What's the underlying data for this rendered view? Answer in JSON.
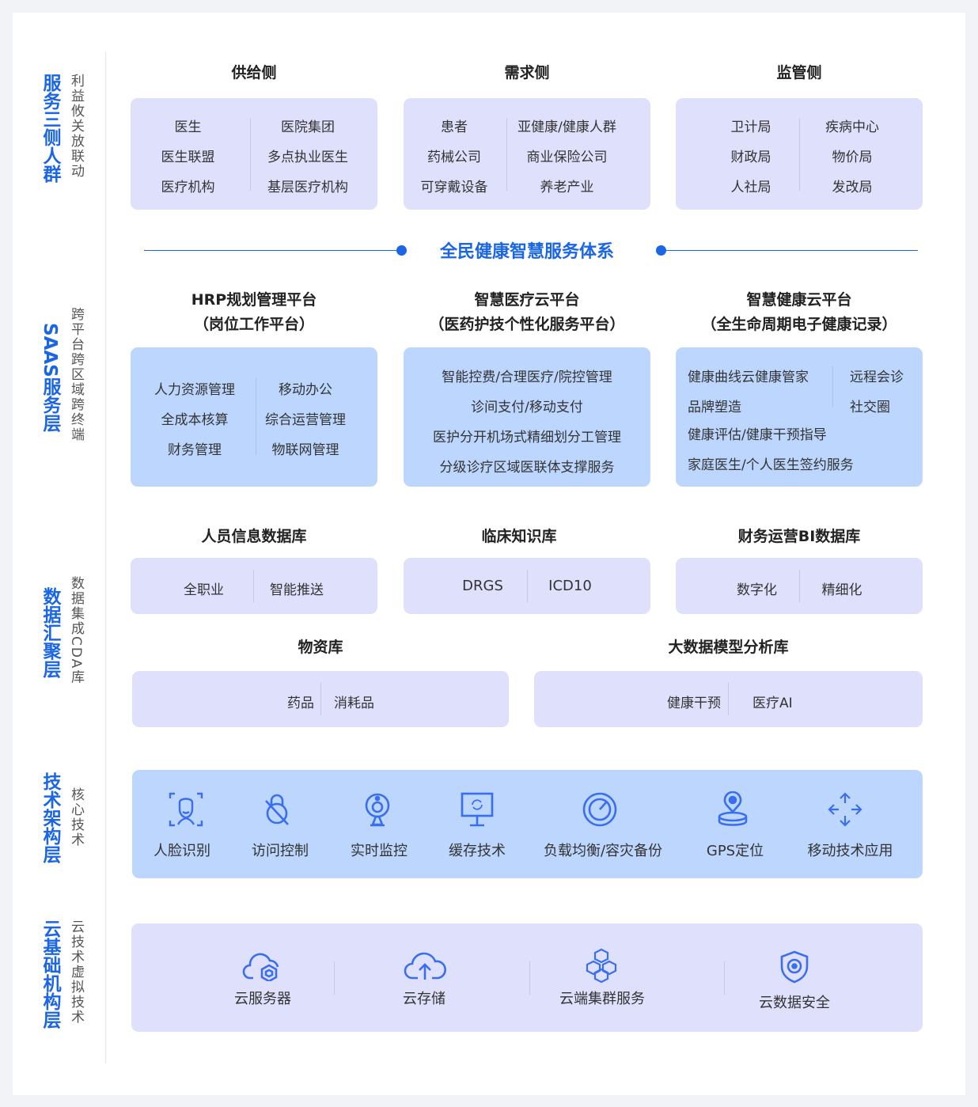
{
  "left_labels": [
    {
      "main": "服务三侧人群",
      "sub": "利益攸关放联动"
    },
    {
      "main": "SAAS服务层",
      "sub": "跨平台跨区域跨终端"
    },
    {
      "main": "数据汇聚层",
      "sub": "数据集成CDA库"
    },
    {
      "main": "技术架构层",
      "sub": "核心技术"
    },
    {
      "main": "云基础机构层",
      "sub": "云技术虚拟技术"
    }
  ],
  "sides": [
    {
      "title": "供给侧",
      "left": [
        "医生",
        "医生联盟",
        "医疗机构"
      ],
      "right": [
        "医院集团",
        "多点执业医生",
        "基层医疗机构"
      ]
    },
    {
      "title": "需求侧",
      "left": [
        "患者",
        "药械公司",
        "可穿戴设备"
      ],
      "right": [
        "亚健康/健康人群",
        "商业保险公司",
        "养老产业"
      ]
    },
    {
      "title": "监管侧",
      "left": [
        "卫计局",
        "财政局",
        "人社局"
      ],
      "right": [
        "疾病中心",
        "物价局",
        "发改局"
      ]
    }
  ],
  "system_title": "全民健康智慧服务体系",
  "platforms": [
    {
      "title1": "HRP规划管理平台",
      "title2": "（岗位工作平台）",
      "left": [
        "人力资源管理",
        "全成本核算",
        "财务管理"
      ],
      "right": [
        "移动办公",
        "综合运营管理",
        "物联网管理"
      ]
    },
    {
      "title1": "智慧医疗云平台",
      "title2": "（医药护技个性化服务平台）",
      "items": [
        "智能控费/合理医疗/院控管理",
        "诊间支付/移动支付",
        "医护分开机场式精细划分工管理",
        "分级诊疗区域医联体支撑服务"
      ]
    },
    {
      "title1": "智慧健康云平台",
      "title2": "（全生命周期电子健康记录）",
      "items": [
        "健康曲线云健康管家",
        "远程会诊",
        "品牌塑造",
        "社交圈",
        "健康评估/健康干预指导",
        "家庭医生/个人医生签约服务"
      ]
    }
  ],
  "databases": [
    {
      "title": "人员信息数据库",
      "items": [
        "全职业",
        "智能推送"
      ]
    },
    {
      "title": "临床知识库",
      "items": [
        "DRGS",
        "ICD10"
      ]
    },
    {
      "title": "财务运营BI数据库",
      "items": [
        "数字化",
        "精细化"
      ]
    },
    {
      "title": "物资库",
      "items": [
        "药品",
        "消耗品"
      ]
    },
    {
      "title": "大数据模型分析库",
      "items": [
        "健康干预",
        "医疗AI"
      ]
    }
  ],
  "tech": [
    "人脸识别",
    "访问控制",
    "实时监控",
    "缓存技术",
    "负载均衡/容灾备份",
    "GPS定位",
    "移动技术应用"
  ],
  "cloud": [
    "云服务器",
    "云存储",
    "云端集群服务",
    "云数据安全"
  ],
  "colors": {
    "accent": "#1a66e6",
    "lavender": "#dfe1fc",
    "blue_box": "#bcd6fd",
    "icon": "#3a6ef0"
  }
}
